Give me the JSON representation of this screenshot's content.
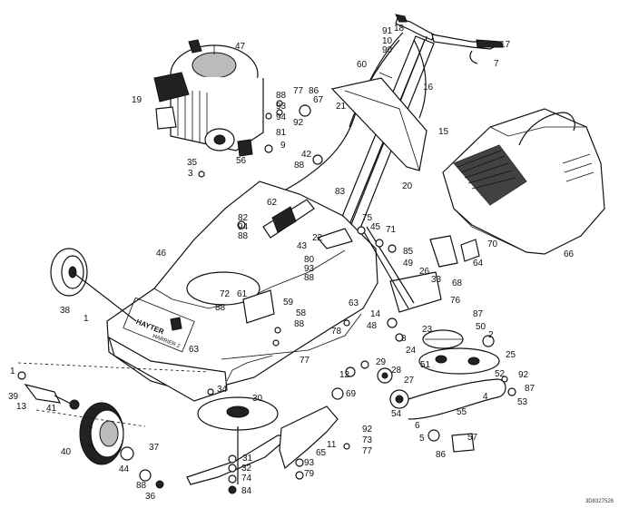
{
  "diagram": {
    "brand_text": "HAYTER",
    "model_text": "HARRIER 2",
    "drawing_code": "3D8327526",
    "callouts": [
      "1",
      "2",
      "3",
      "4",
      "5",
      "6",
      "7",
      "8",
      "9",
      "10",
      "12",
      "13",
      "14",
      "15",
      "16",
      "17",
      "18",
      "19",
      "20",
      "21",
      "22",
      "23",
      "24",
      "25",
      "26",
      "27",
      "28",
      "29",
      "30",
      "31",
      "32",
      "33",
      "34",
      "35",
      "36",
      "37",
      "38",
      "39",
      "40",
      "41",
      "42",
      "43",
      "44",
      "45",
      "46",
      "47",
      "48",
      "49",
      "50",
      "51",
      "52",
      "53",
      "54",
      "55",
      "56",
      "57",
      "58",
      "59",
      "60",
      "61",
      "62",
      "63",
      "64",
      "65",
      "66",
      "67",
      "68",
      "69",
      "70",
      "71",
      "72",
      "73",
      "74",
      "75",
      "76",
      "77",
      "78",
      "79",
      "80",
      "81",
      "82",
      "83",
      "84",
      "85",
      "86",
      "87",
      "88",
      "90",
      "91",
      "92",
      "93",
      "94"
    ],
    "labels": [
      {
        "id": "l91",
        "text": "91"
      },
      {
        "id": "l18",
        "text": "18"
      },
      {
        "id": "l10",
        "text": "10"
      },
      {
        "id": "l90",
        "text": "90"
      },
      {
        "id": "l17",
        "text": "17"
      },
      {
        "id": "l7",
        "text": "7"
      },
      {
        "id": "l60",
        "text": "60"
      },
      {
        "id": "l16",
        "text": "16"
      },
      {
        "id": "l47",
        "text": "47"
      },
      {
        "id": "l19",
        "text": "19"
      },
      {
        "id": "l88a",
        "text": "88"
      },
      {
        "id": "l93a",
        "text": "93"
      },
      {
        "id": "l94a",
        "text": "94"
      },
      {
        "id": "l81",
        "text": "81"
      },
      {
        "id": "l9",
        "text": "9"
      },
      {
        "id": "l77a",
        "text": "77"
      },
      {
        "id": "l86a",
        "text": "86"
      },
      {
        "id": "l67",
        "text": "67"
      },
      {
        "id": "l92a",
        "text": "92"
      },
      {
        "id": "l21",
        "text": "21"
      },
      {
        "id": "l15",
        "text": "15"
      },
      {
        "id": "l35",
        "text": "35"
      },
      {
        "id": "l3",
        "text": "3"
      },
      {
        "id": "l56",
        "text": "56"
      },
      {
        "id": "l42",
        "text": "42"
      },
      {
        "id": "l88b",
        "text": "88"
      },
      {
        "id": "l83",
        "text": "83"
      },
      {
        "id": "l20",
        "text": "20"
      },
      {
        "id": "l62",
        "text": "62"
      },
      {
        "id": "l82",
        "text": "82"
      },
      {
        "id": "l94b",
        "text": "94"
      },
      {
        "id": "l88c",
        "text": "88"
      },
      {
        "id": "l75",
        "text": "75"
      },
      {
        "id": "l45",
        "text": "45"
      },
      {
        "id": "l71",
        "text": "71"
      },
      {
        "id": "l22",
        "text": "22"
      },
      {
        "id": "l43",
        "text": "43"
      },
      {
        "id": "l85",
        "text": "85"
      },
      {
        "id": "l70",
        "text": "70"
      },
      {
        "id": "l66",
        "text": "66"
      },
      {
        "id": "l46",
        "text": "46"
      },
      {
        "id": "l80",
        "text": "80"
      },
      {
        "id": "l93b",
        "text": "93"
      },
      {
        "id": "l88d",
        "text": "88"
      },
      {
        "id": "l49",
        "text": "49"
      },
      {
        "id": "l64",
        "text": "64"
      },
      {
        "id": "l26",
        "text": "26"
      },
      {
        "id": "l33",
        "text": "33"
      },
      {
        "id": "l68",
        "text": "68"
      },
      {
        "id": "l72",
        "text": "72"
      },
      {
        "id": "l61",
        "text": "61"
      },
      {
        "id": "l88e",
        "text": "88"
      },
      {
        "id": "l59",
        "text": "59"
      },
      {
        "id": "l58",
        "text": "58"
      },
      {
        "id": "l88f",
        "text": "88"
      },
      {
        "id": "l63a",
        "text": "63"
      },
      {
        "id": "l76",
        "text": "76"
      },
      {
        "id": "l87a",
        "text": "87"
      },
      {
        "id": "l38",
        "text": "38"
      },
      {
        "id": "l1a",
        "text": "1"
      },
      {
        "id": "l14",
        "text": "14"
      },
      {
        "id": "l48",
        "text": "48"
      },
      {
        "id": "l78",
        "text": "78"
      },
      {
        "id": "l23",
        "text": "23"
      },
      {
        "id": "l50",
        "text": "50"
      },
      {
        "id": "l8",
        "text": "8"
      },
      {
        "id": "l2",
        "text": "2"
      },
      {
        "id": "l63b",
        "text": "63"
      },
      {
        "id": "l77b",
        "text": "77"
      },
      {
        "id": "l24",
        "text": "24"
      },
      {
        "id": "l25",
        "text": "25"
      },
      {
        "id": "l51",
        "text": "51"
      },
      {
        "id": "l1b",
        "text": "1"
      },
      {
        "id": "l12",
        "text": "12"
      },
      {
        "id": "l29",
        "text": "29"
      },
      {
        "id": "l28",
        "text": "28"
      },
      {
        "id": "l52",
        "text": "52"
      },
      {
        "id": "l92b",
        "text": "92"
      },
      {
        "id": "l39",
        "text": "39"
      },
      {
        "id": "l34",
        "text": "34"
      },
      {
        "id": "l27",
        "text": "27"
      },
      {
        "id": "l87b",
        "text": "87"
      },
      {
        "id": "l4",
        "text": "4"
      },
      {
        "id": "l53",
        "text": "53"
      },
      {
        "id": "l13",
        "text": "13"
      },
      {
        "id": "l41",
        "text": "41"
      },
      {
        "id": "l30",
        "text": "30"
      },
      {
        "id": "l69",
        "text": "69"
      },
      {
        "id": "l54",
        "text": "54"
      },
      {
        "id": "l55",
        "text": "55"
      },
      {
        "id": "l6",
        "text": "6"
      },
      {
        "id": "l92c",
        "text": "92"
      },
      {
        "id": "l73",
        "text": "73"
      },
      {
        "id": "l5",
        "text": "5"
      },
      {
        "id": "l57",
        "text": "57"
      },
      {
        "id": "l11",
        "text": "11"
      },
      {
        "id": "l77c",
        "text": "77"
      },
      {
        "id": "l40",
        "text": "40"
      },
      {
        "id": "l37",
        "text": "37"
      },
      {
        "id": "l65",
        "text": "65"
      },
      {
        "id": "l86b",
        "text": "86"
      },
      {
        "id": "l31",
        "text": "31"
      },
      {
        "id": "l44",
        "text": "44"
      },
      {
        "id": "l32",
        "text": "32"
      },
      {
        "id": "l93c",
        "text": "93"
      },
      {
        "id": "l79",
        "text": "79"
      },
      {
        "id": "l74",
        "text": "74"
      },
      {
        "id": "l88g",
        "text": "88"
      },
      {
        "id": "l36",
        "text": "36"
      },
      {
        "id": "l84",
        "text": "84"
      }
    ]
  }
}
